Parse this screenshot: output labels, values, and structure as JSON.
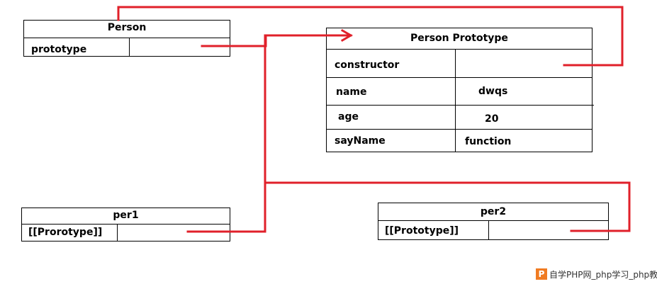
{
  "person": {
    "title": "Person",
    "field": "prototype"
  },
  "proto": {
    "title": "Person Prototype",
    "rows": [
      {
        "key": "constructor",
        "value": ""
      },
      {
        "key": "name",
        "value": "dwqs"
      },
      {
        "key": "age",
        "value": "20"
      },
      {
        "key": "sayName",
        "value": "function"
      }
    ]
  },
  "per1": {
    "title": "per1",
    "field": "[[Prorotype]]"
  },
  "per2": {
    "title": "per2",
    "field": "[[Prototype]]"
  },
  "watermark": {
    "logo": "P",
    "text": "自学PHP网_php学习_php教"
  },
  "colors": {
    "pointer": "#e0202a",
    "border": "#000000"
  }
}
